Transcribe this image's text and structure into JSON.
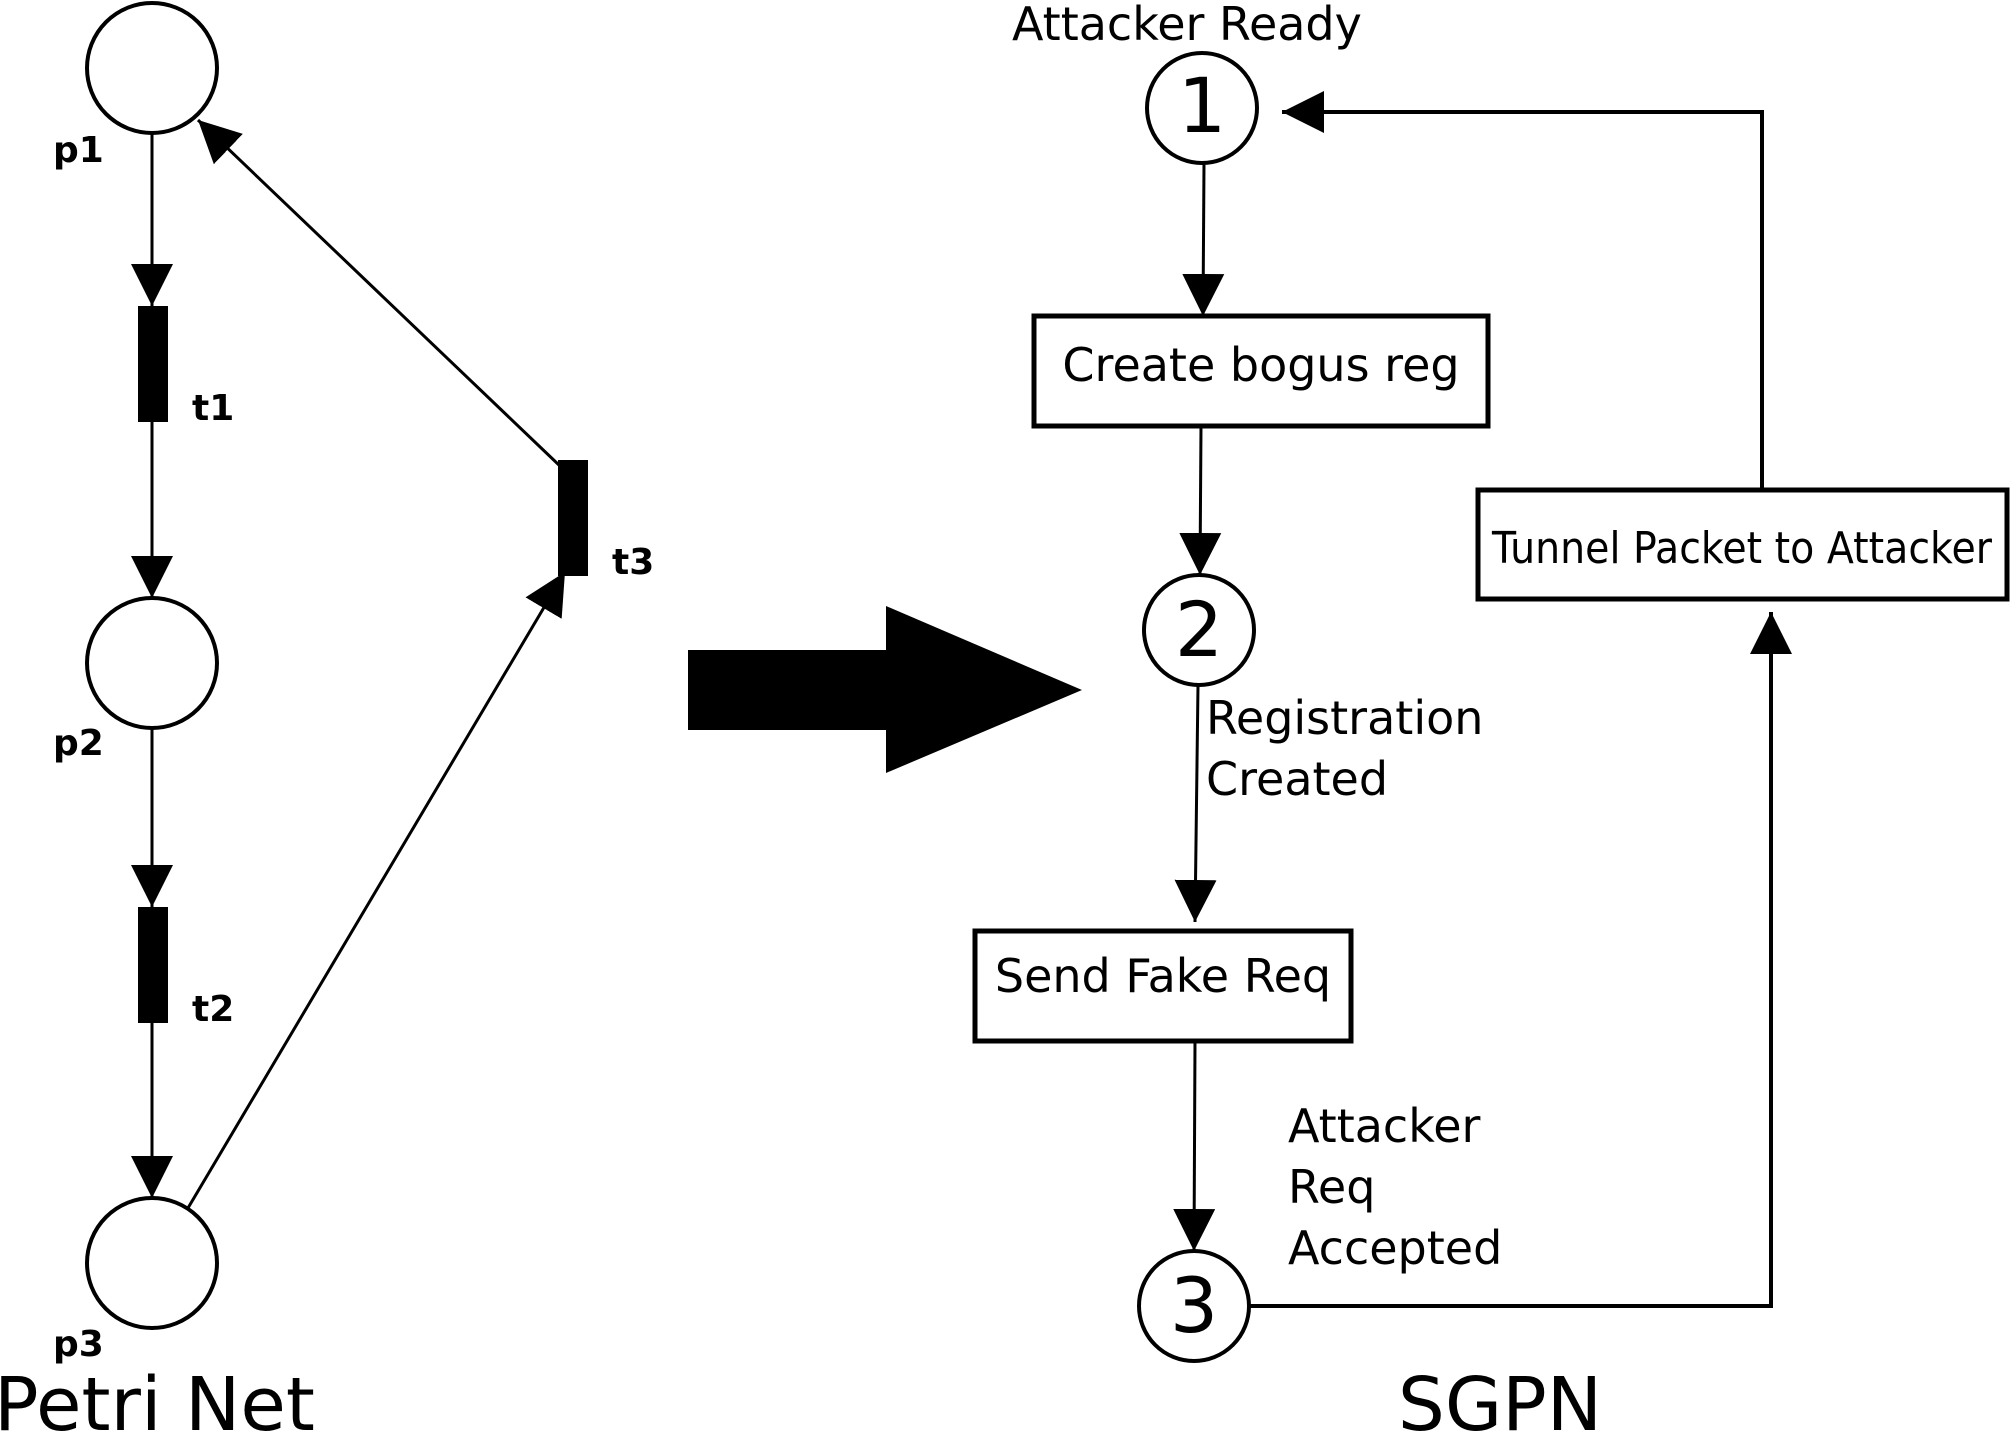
{
  "petri_net": {
    "title": "Petri Net",
    "places": [
      "p1",
      "p2",
      "p3"
    ],
    "transitions": [
      "t1",
      "t2",
      "t3"
    ]
  },
  "sgpn": {
    "title": "SGPN",
    "states": [
      {
        "number": "1",
        "label_lines": [
          "Attacker Ready"
        ]
      },
      {
        "number": "2",
        "label_lines": [
          "Registration",
          "Created"
        ]
      },
      {
        "number": "3",
        "label_lines": [
          "Attacker",
          "Req",
          "Accepted"
        ]
      }
    ],
    "actions": [
      "Create bogus reg",
      "Send Fake Req",
      "Tunnel Packet to Attacker"
    ]
  },
  "colors": {
    "ink": "#000000",
    "background": "#ffffff"
  }
}
